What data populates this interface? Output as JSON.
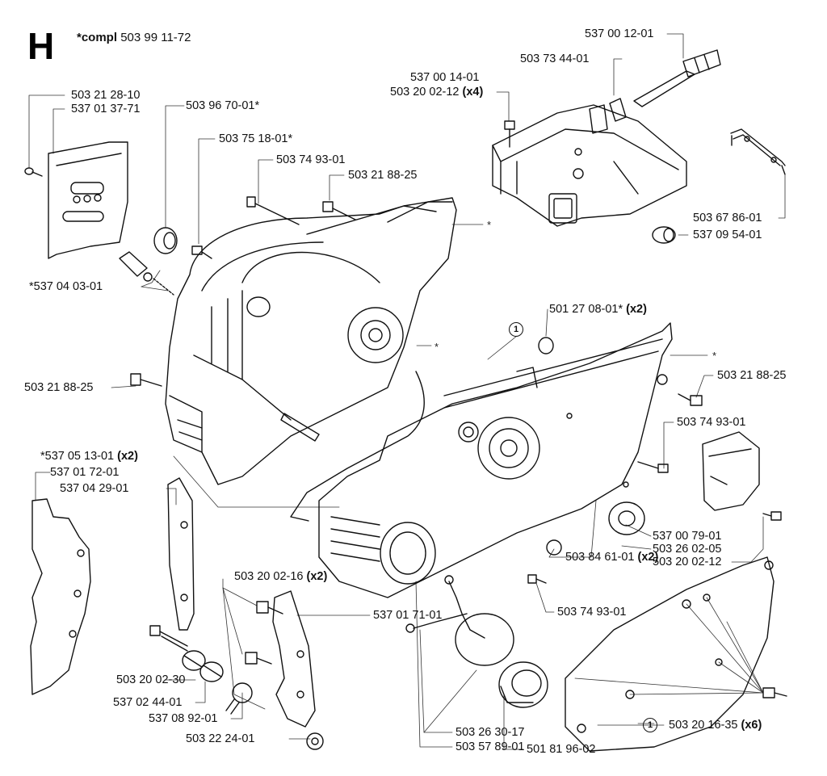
{
  "section": {
    "letter": "H",
    "compl_prefix": "*compl",
    "compl_number": "503 99 11-72"
  },
  "reference_marker": "1",
  "asterisk": "*",
  "labels": {
    "l01": {
      "text": "537 00 12-01",
      "qty": ""
    },
    "l02": {
      "text": "503 73 44-01",
      "qty": ""
    },
    "l03": {
      "text": "537 00 14-01",
      "qty": ""
    },
    "l04": {
      "text": "503 20 02-12",
      "qty": "(x4)"
    },
    "l05": {
      "text": "503 21 28-10",
      "qty": ""
    },
    "l06": {
      "text": "537 01 37-71",
      "qty": ""
    },
    "l07": {
      "text": "503 96 70-01*",
      "qty": ""
    },
    "l08": {
      "text": "503 75 18-01*",
      "qty": ""
    },
    "l09": {
      "text": "503 74 93-01",
      "qty": ""
    },
    "l10": {
      "text": "503 21 88-25",
      "qty": ""
    },
    "l11": {
      "text": "503 67 86-01",
      "qty": ""
    },
    "l12": {
      "text": "537 09 54-01",
      "qty": ""
    },
    "l13": {
      "text": "*537 04 03-01",
      "qty": ""
    },
    "l14": {
      "text": "501 27 08-01*",
      "qty": "(x2)"
    },
    "l15": {
      "text": "503 21 88-25",
      "qty": ""
    },
    "l16": {
      "text": "503 21 88-25",
      "qty": ""
    },
    "l17": {
      "text": "503 74 93-01",
      "qty": ""
    },
    "l18": {
      "text": "*537 05 13-01",
      "qty": "(x2)"
    },
    "l19": {
      "text": "537 01 72-01",
      "qty": ""
    },
    "l20": {
      "text": "537 04 29-01",
      "qty": ""
    },
    "l21": {
      "text": "537 00 79-01",
      "qty": ""
    },
    "l22": {
      "text": "503 26 02-05",
      "qty": ""
    },
    "l23": {
      "text": "503 20 02-12",
      "qty": ""
    },
    "l24": {
      "text": "503 84 61-01",
      "qty": "(x2)"
    },
    "l25": {
      "text": "503 20 02-16",
      "qty": "(x2)"
    },
    "l26": {
      "text": "537 01 71-01",
      "qty": ""
    },
    "l27": {
      "text": "503 74 93-01",
      "qty": ""
    },
    "l28": {
      "text": "503 20 02-30",
      "qty": ""
    },
    "l29": {
      "text": "537 02 44-01",
      "qty": ""
    },
    "l30": {
      "text": "537 08 92-01",
      "qty": ""
    },
    "l31": {
      "text": "503 22 24-01",
      "qty": ""
    },
    "l32": {
      "text": "503 26 30-17",
      "qty": ""
    },
    "l33": {
      "text": "503 57 89-01",
      "qty": ""
    },
    "l34": {
      "text": "501 81 96-02",
      "qty": ""
    },
    "l35": {
      "text": "503 20 16-35",
      "qty": "(x6)"
    }
  }
}
